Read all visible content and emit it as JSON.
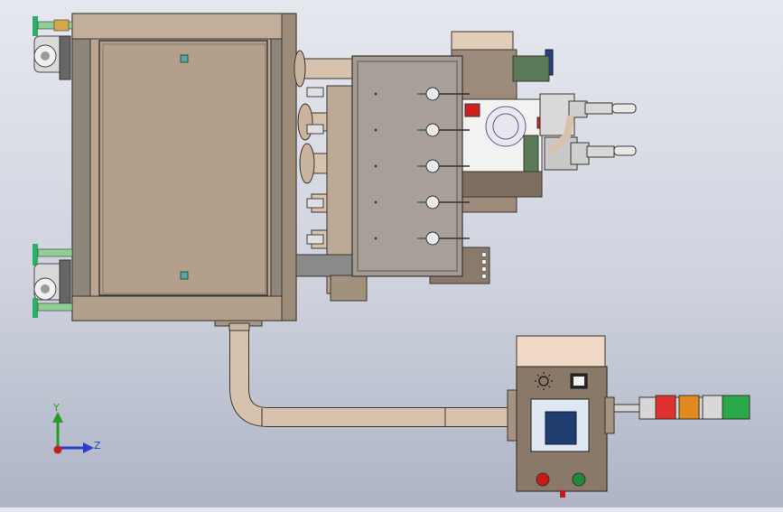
{
  "viewport": {
    "background": "#c8ccd8"
  },
  "triad": {
    "y_label": "Y",
    "z_label": "Z",
    "y_color": "#2a9a2a",
    "z_color": "#2a3fcf",
    "origin_color": "#c81e1e"
  },
  "model": {
    "colors": {
      "panel": "#b9a591",
      "panel_dark": "#9a8775",
      "edge": "#3b352f",
      "pipe": "#d6c2ad",
      "caster": "#dcdcdc",
      "foot": "#2fae6a",
      "gray_part": "#c9c9c9",
      "dark_gray": "#6e6a66",
      "red": "#d01f1f",
      "blue_screen": "#1f3d6e",
      "steel": "#a8adb3"
    },
    "signal_tower": {
      "segments": [
        "#d6d6d6",
        "#e03030",
        "#e08a20",
        "#2aa84a"
      ]
    },
    "control_box": {
      "buttons": [
        "red-stop-button",
        "green-start-button"
      ]
    }
  }
}
